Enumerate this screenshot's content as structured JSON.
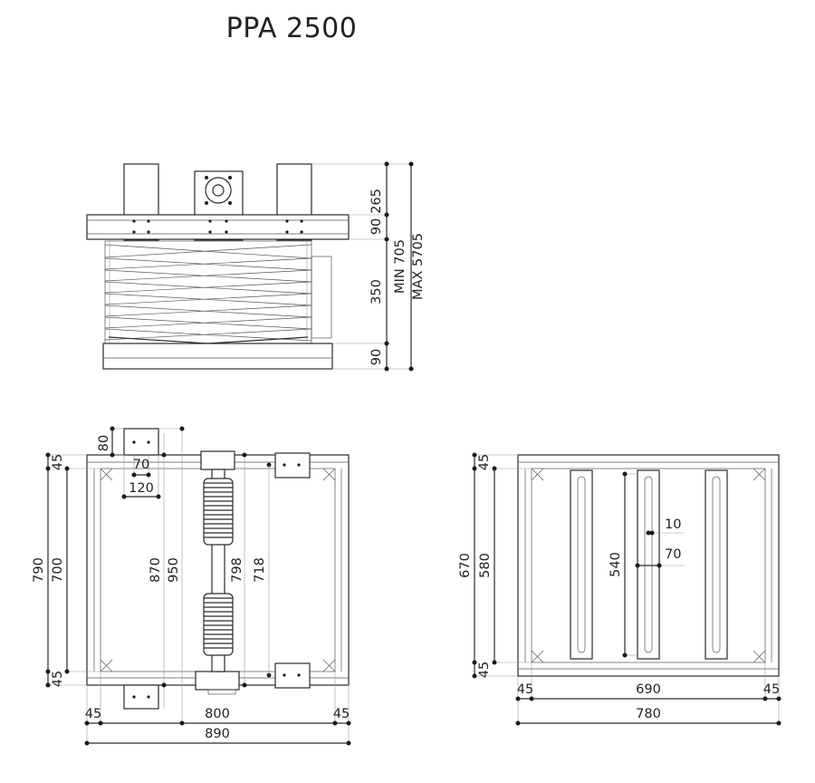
{
  "title": "PPA 2500",
  "side_view": {
    "dim_265": "265",
    "dim_90_top": "90",
    "dim_350": "350",
    "dim_90_bottom": "90",
    "dim_min": "MIN 705",
    "dim_max": "MAX 5705"
  },
  "top_view": {
    "dim_80": "80",
    "dim_70": "70",
    "dim_120": "120",
    "dim_45_left_top": "45",
    "dim_790": "790",
    "dim_700": "700",
    "dim_45_left_bottom": "45",
    "dim_870": "870",
    "dim_950": "950",
    "dim_798": "798",
    "dim_718": "718",
    "dim_45_bottom_left": "45",
    "dim_800": "800",
    "dim_45_bottom_right": "45",
    "dim_890": "890"
  },
  "base_view": {
    "dim_45_top": "45",
    "dim_670": "670",
    "dim_580": "580",
    "dim_45_bottom": "45",
    "dim_540": "540",
    "dim_10": "10",
    "dim_70": "70",
    "dim_45_left": "45",
    "dim_690": "690",
    "dim_45_right": "45",
    "dim_780": "780"
  }
}
